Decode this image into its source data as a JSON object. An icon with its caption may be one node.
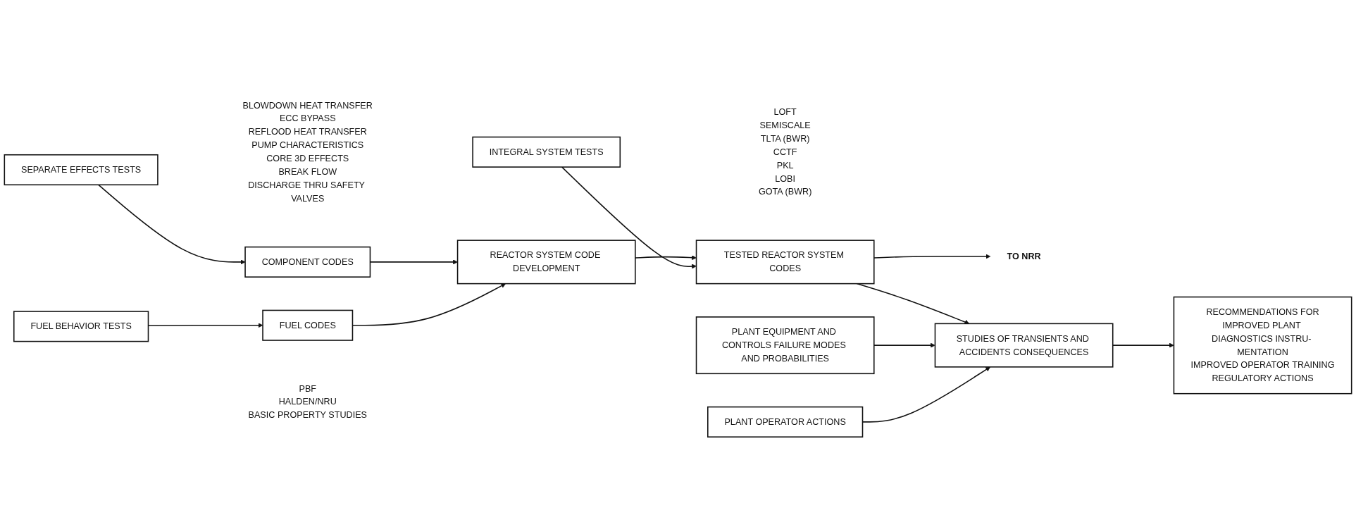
{
  "diagram": {
    "nodes": [
      {
        "text": [
          "SEPARATE EFFECTS TESTS"
        ],
        "beside": [
          "BLOWDOWN HEAT TRANSFER",
          "ECC BYPASS",
          "REFLOOD HEAT TRANSFER",
          "PUMP CHARACTERISTICS",
          "CORE 3D EFFECTS",
          "BREAK FLOW",
          "DISCHARGE THRU SAFETY VALVES"
        ]
      },
      {
        "text": [
          "INTEGRAL SYSTEM TESTS"
        ],
        "beside": [
          "LOFT",
          "SEMISCALE",
          "TLTA (BWR)",
          "CCTF",
          "PKL",
          "LOBI",
          "GOTA (BWR)"
        ]
      },
      {
        "text": [
          "COMPONENT CODES"
        ]
      },
      {
        "text": [
          "REACTOR SYSTEM CODE DEVELOPMENT"
        ]
      },
      {
        "text": [
          "TESTED REACTOR SYSTEM CODES"
        ]
      },
      {
        "text": [
          "FUEL CODES"
        ]
      },
      {
        "text": [
          "FUEL BEHAVIOR TESTS"
        ],
        "beside": [
          "PBF",
          "HALDEN/NRU",
          "BASIC PROPERTY STUDIES"
        ]
      },
      {
        "text": [
          "TO NRR"
        ]
      },
      {
        "text": [
          "PLANT EQUIPMENT AND CONTROLS FAILURE MODES AND PROBABILITIES"
        ]
      },
      {
        "text": [
          "STUDIES OF TRANSIENTS AND ACCIDENTS CONSEQUENCES"
        ]
      },
      {
        "text": [
          "PLANT OPERATOR ACTIONS"
        ]
      },
      {
        "text": [
          "RECOMMENDATIONS FOR",
          "IMPROVED PLANT DIAGNOSTICS INSTRU- MENTATION",
          "IMPROVED OPERATOR TRAINING",
          "REGULATORY ACTIONS"
        ]
      }
    ],
    "edges": [
      {
        "from": 0,
        "to": 2,
        "arrow": "to"
      },
      {
        "from": 2,
        "to": 3,
        "arrow": "to"
      },
      {
        "from": 5,
        "to": 3,
        "arrow": "to"
      },
      {
        "from": 6,
        "to": 5,
        "arrow": "to"
      },
      {
        "from": 3,
        "to": 4,
        "arrow": "to"
      },
      {
        "from": 1,
        "to": 4,
        "arrow": "to"
      },
      {
        "from": 4,
        "to": 7,
        "arrow": "to"
      },
      {
        "from": 4,
        "to": 9,
        "arrow": "to"
      },
      {
        "from": 8,
        "to": 9,
        "arrow": "to"
      },
      {
        "from": 10,
        "to": 9,
        "arrow": "to"
      },
      {
        "from": 9,
        "to": 11,
        "arrow": "to"
      }
    ]
  }
}
